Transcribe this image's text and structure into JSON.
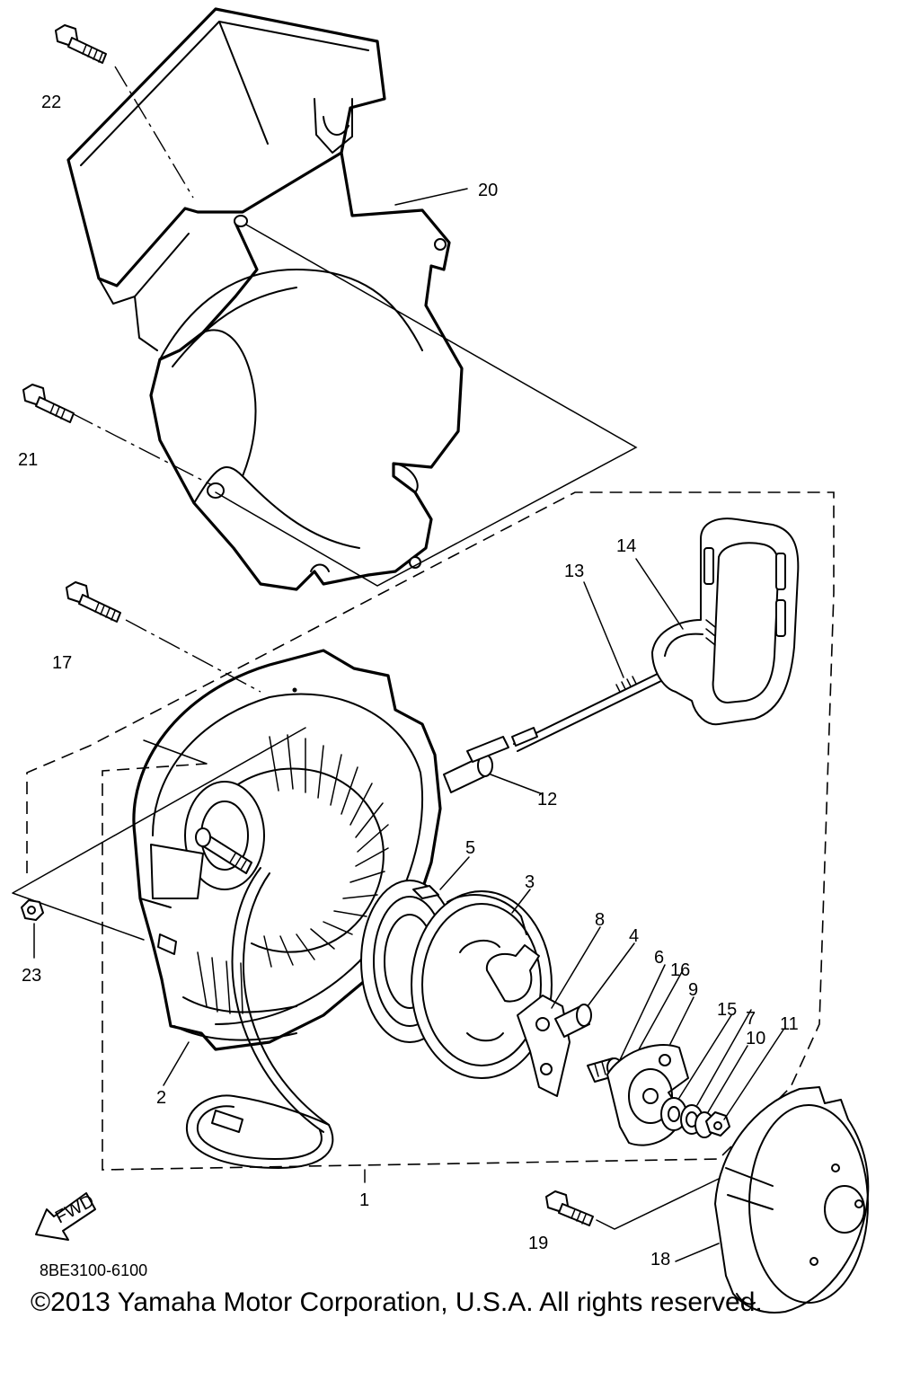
{
  "callouts": [
    {
      "id": "1",
      "text": "1"
    },
    {
      "id": "2",
      "text": "2"
    },
    {
      "id": "3",
      "text": "3"
    },
    {
      "id": "4",
      "text": "4"
    },
    {
      "id": "5",
      "text": "5"
    },
    {
      "id": "6",
      "text": "6"
    },
    {
      "id": "7",
      "text": "7"
    },
    {
      "id": "8",
      "text": "8"
    },
    {
      "id": "9",
      "text": "9"
    },
    {
      "id": "10",
      "text": "10"
    },
    {
      "id": "11",
      "text": "11"
    },
    {
      "id": "12",
      "text": "12"
    },
    {
      "id": "13",
      "text": "13"
    },
    {
      "id": "14",
      "text": "14"
    },
    {
      "id": "15",
      "text": "15"
    },
    {
      "id": "16",
      "text": "16"
    },
    {
      "id": "17",
      "text": "17"
    },
    {
      "id": "18",
      "text": "18"
    },
    {
      "id": "19",
      "text": "19"
    },
    {
      "id": "20",
      "text": "20"
    },
    {
      "id": "21",
      "text": "21"
    },
    {
      "id": "22",
      "text": "22"
    },
    {
      "id": "23",
      "text": "23"
    }
  ],
  "fwd_arrow": {
    "text": "FWD"
  },
  "diagram_code": "8BE3100-6100",
  "copyright": "©2013 Yamaha Motor Corporation, U.S.A. All rights reserved."
}
